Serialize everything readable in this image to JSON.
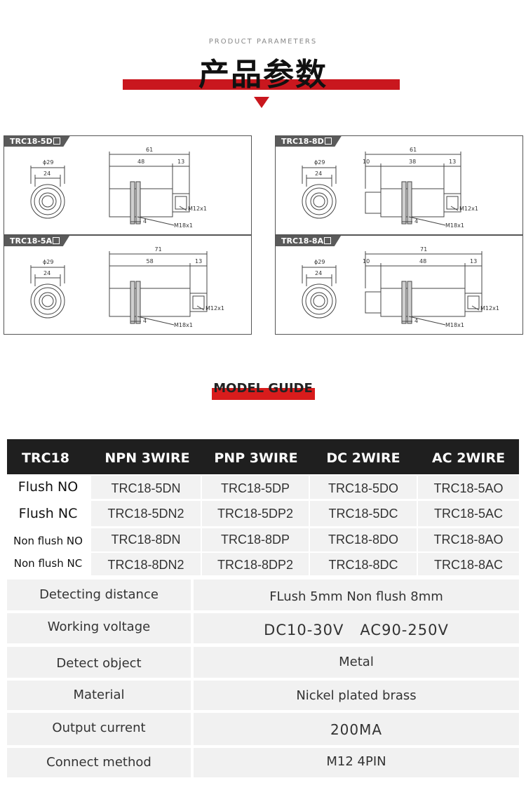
{
  "header": {
    "subtitle": "PRODUCT PARAMETERS",
    "title": "产品参数"
  },
  "drawings": [
    {
      "label": "TRC18-5D",
      "overall": "61",
      "body": "48",
      "cable": "13",
      "front": "",
      "dia": "ϕ29",
      "hex": "24",
      "thread1": "M12x1",
      "nut": "4",
      "thread2": "M18x1"
    },
    {
      "label": "TRC18-8D",
      "overall": "61",
      "body": "38",
      "cable": "13",
      "front": "10",
      "dia": "ϕ29",
      "hex": "24",
      "thread1": "M12x1",
      "nut": "4",
      "thread2": "M18x1"
    },
    {
      "label": "TRC18-5A",
      "overall": "71",
      "body": "58",
      "cable": "13",
      "front": "",
      "dia": "ϕ29",
      "hex": "24",
      "thread1": "M12x1",
      "nut": "4",
      "thread2": "M18x1"
    },
    {
      "label": "TRC18-8A",
      "overall": "71",
      "body": "48",
      "cable": "13",
      "front": "10",
      "dia": "ϕ29",
      "hex": "24",
      "thread1": "M12x1",
      "nut": "4",
      "thread2": "M18x1"
    }
  ],
  "guide": {
    "title": "MODEL GUIDE"
  },
  "model_table": {
    "headers": [
      "TRC18",
      "NPN 3WIRE",
      "PNP 3WIRE",
      "DC 2WIRE",
      "AC 2WIRE"
    ],
    "rows": [
      {
        "label": "Flush NO",
        "cells": [
          "TRC18-5DN",
          "TRC18-5DP",
          "TRC18-5DO",
          "TRC18-5AO"
        ]
      },
      {
        "label": "Flush NC",
        "cells": [
          "TRC18-5DN2",
          "TRC18-5DP2",
          "TRC18-5DC",
          "TRC18-5AC"
        ]
      },
      {
        "label": "Non flush NO",
        "cells": [
          "TRC18-8DN",
          "TRC18-8DP",
          "TRC18-8DO",
          "TRC18-8AO"
        ]
      },
      {
        "label": "Non flush NC",
        "cells": [
          "TRC18-8DN2",
          "TRC18-8DP2",
          "TRC18-8DC",
          "TRC18-8AC"
        ]
      }
    ]
  },
  "specs": [
    {
      "label": "Detecting distance",
      "value": "FLush 5mm Non flush 8mm"
    },
    {
      "label": "Working voltage",
      "value": "DC10-30V   AC90-250V"
    },
    {
      "label": "Detect object",
      "value": "Metal"
    },
    {
      "label": "Material",
      "value": "Nickel plated brass"
    },
    {
      "label": "Output current",
      "value": "200MA"
    },
    {
      "label": "Connect method",
      "value": "M12 4PIN"
    }
  ]
}
